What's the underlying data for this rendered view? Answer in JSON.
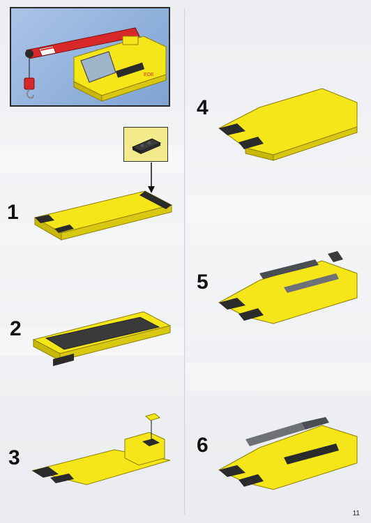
{
  "steps": [
    {
      "number": "1"
    },
    {
      "number": "2"
    },
    {
      "number": "3"
    },
    {
      "number": "4"
    },
    {
      "number": "5"
    },
    {
      "number": "6"
    }
  ],
  "page_number": "11",
  "preview_model": {
    "logo_text": "EOE"
  },
  "colors": {
    "brick_yellow": "#f5e61a",
    "brick_yellow_dark": "#c9b80c",
    "brick_black": "#2b2b2b",
    "brick_gray": "#6e7277",
    "brick_red": "#d8282a",
    "preview_bg": "#8fb0dc",
    "inset_bg": "#f3ea8c"
  },
  "icons": [
    "arrow-down-icon"
  ]
}
